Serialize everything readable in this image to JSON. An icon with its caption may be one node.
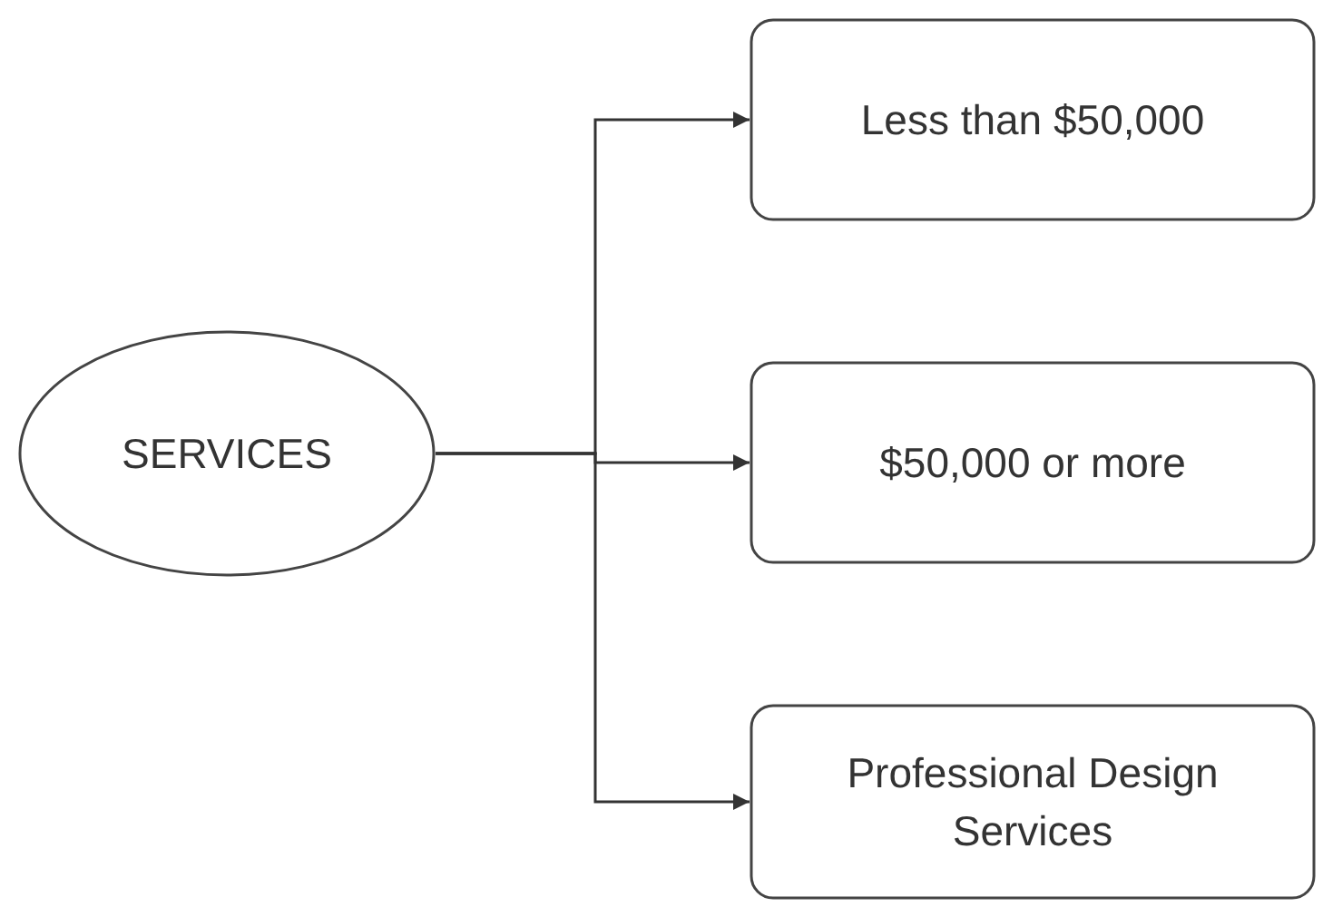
{
  "diagram": {
    "nodes": [
      {
        "text": [
          "SERVICES"
        ]
      },
      {
        "text": [
          "Less than $50,000"
        ]
      },
      {
        "text": [
          "$50,000 or more"
        ]
      },
      {
        "text": [
          "Professional Design Services"
        ]
      }
    ],
    "edges": [
      {
        "from": 0,
        "to": 1,
        "arrow": "to"
      },
      {
        "from": 0,
        "to": 2,
        "arrow": "to"
      },
      {
        "from": 0,
        "to": 3,
        "arrow": "to"
      }
    ]
  }
}
